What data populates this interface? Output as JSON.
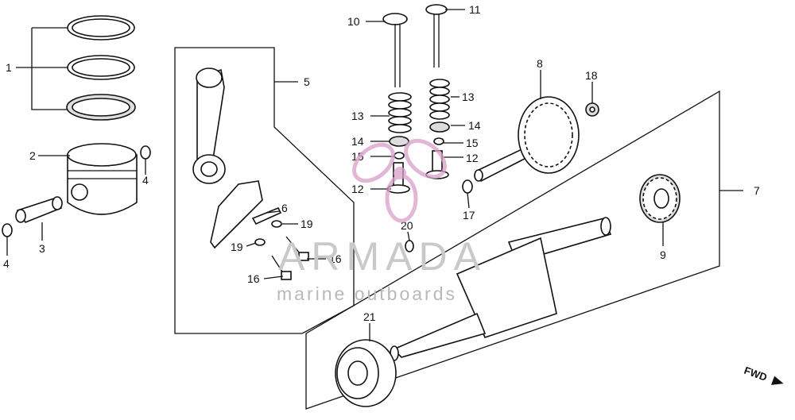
{
  "watermark": {
    "title": "ARMADA",
    "subtitle": "marine outboards",
    "brand_color": "#d8a0c8"
  },
  "direction_marker": "FWD",
  "callouts": [
    "1",
    "2",
    "3",
    "4",
    "4",
    "5",
    "6",
    "7",
    "8",
    "9",
    "10",
    "11",
    "12",
    "12",
    "13",
    "13",
    "14",
    "14",
    "15",
    "15",
    "16",
    "16",
    "17",
    "18",
    "19",
    "19",
    "20",
    "21"
  ]
}
